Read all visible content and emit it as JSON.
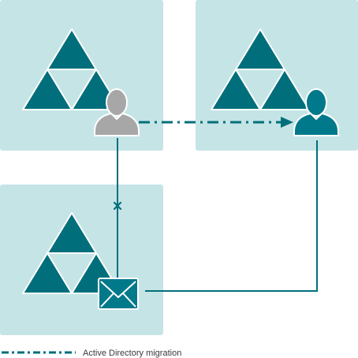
{
  "legend": {
    "label": "Active Directory migration"
  },
  "domains": [
    {
      "name": "source-domain",
      "role": "source"
    },
    {
      "name": "target-domain",
      "role": "target"
    },
    {
      "name": "mail-domain",
      "role": "mail"
    }
  ],
  "icons": {
    "domain_logo": "triforce-icon",
    "source_user": "user-icon",
    "target_user": "user-icon",
    "mailbox": "envelope-icon",
    "broken_link": "x-mark-icon"
  },
  "colors": {
    "panel": "#c5e4e6",
    "teal": "#006f7b",
    "user_source": "#a7a7a7",
    "user_target": "#00798a",
    "background": "#ffffff"
  }
}
